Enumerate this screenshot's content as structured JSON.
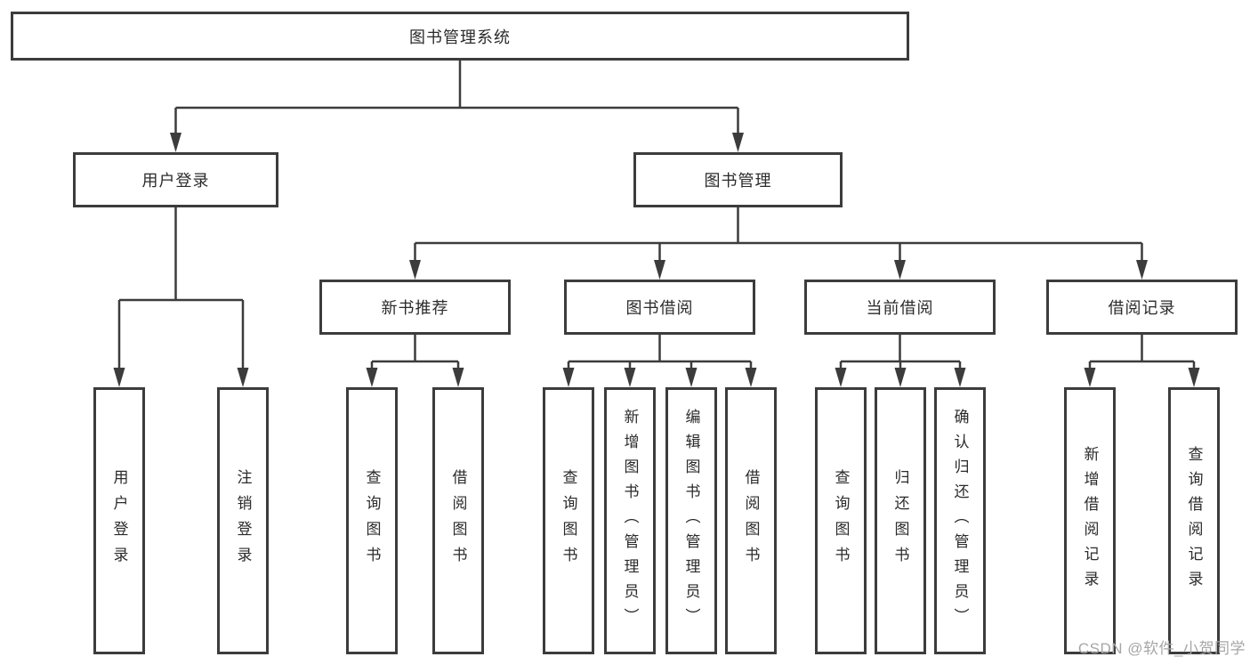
{
  "diagram": {
    "root": {
      "label": "图书管理系统"
    },
    "level2": [
      {
        "label": "用户登录"
      },
      {
        "label": "图书管理"
      }
    ],
    "level3": [
      {
        "label": "新书推荐"
      },
      {
        "label": "图书借阅"
      },
      {
        "label": "当前借阅"
      },
      {
        "label": "借阅记录"
      }
    ],
    "leaves": {
      "user_login": [
        "用户登录",
        "注销登录"
      ],
      "new_book": [
        "查询图书",
        "借阅图书"
      ],
      "book_borrow": [
        "查询图书",
        "新增图书（管理员）",
        "编辑图书（管理员）",
        "借阅图书"
      ],
      "current_borrow": [
        "查询图书",
        "归还图书",
        "确认归还（管理员）"
      ],
      "borrow_records": [
        "新增借阅记录",
        "查询借阅记录"
      ]
    }
  },
  "watermark": {
    "text": "CSDN @软件_小贺同学"
  },
  "colors": {
    "line": "#3c3c3c",
    "text": "#2b2b2b",
    "watermark": "#a6a6a6",
    "background": "#ffffff"
  }
}
